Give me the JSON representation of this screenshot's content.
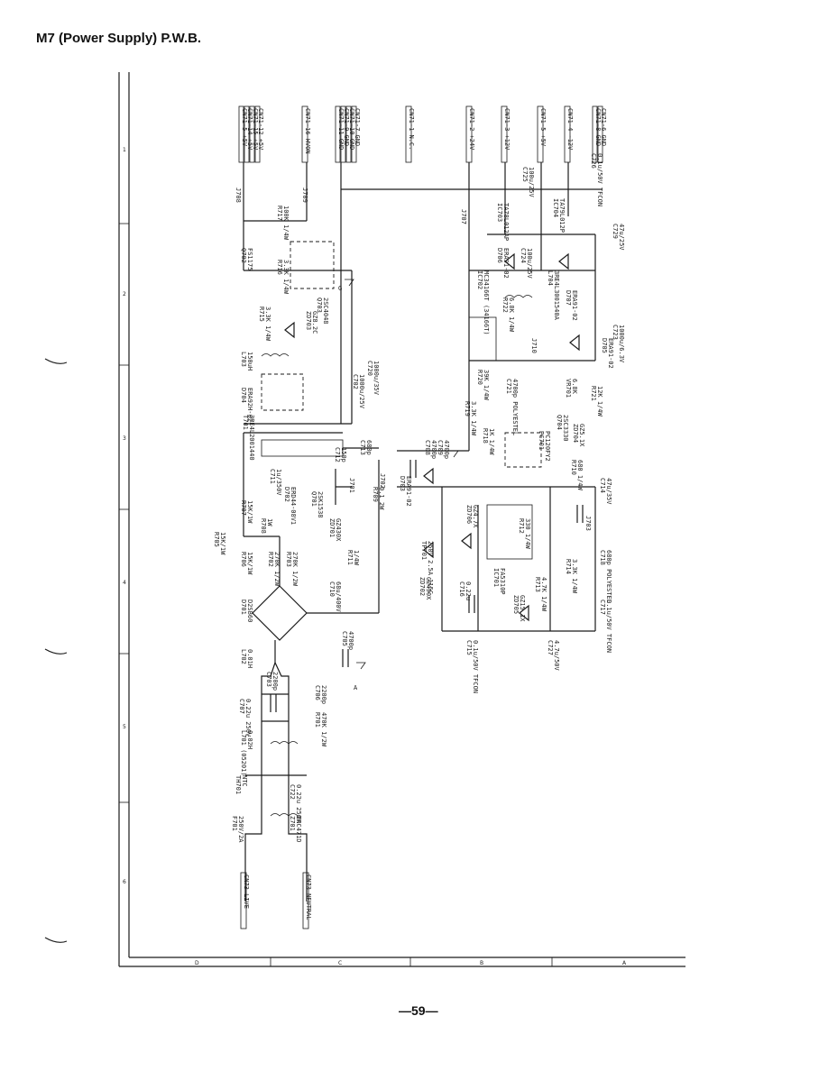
{
  "title": "M7 (Power Supply) P.W.B.",
  "page_number": "—59—",
  "zone_letters": [
    "D",
    "C",
    "B",
    "A"
  ],
  "zone_numbers": [
    "1",
    "2",
    "3",
    "4",
    "5",
    "6"
  ],
  "connectors": {
    "top_power": [
      "CN71-5 +5V",
      "CN71-14 +5V",
      "CN71-15 +5V",
      "CN71-12 +5V"
    ],
    "hvon": "CN71-16 HVON",
    "gnd_group": [
      "CN71-11 GND",
      "CN71-9 GND",
      "CN71-10 GND",
      "CN71-7 GND"
    ],
    "nc": "CN71-1 N.C.",
    "p24": "CN71-2 +24V",
    "p12": "CN71-3 +12V",
    "p5": "CN71-5 +5V",
    "m12": "CN71-4 -12V",
    "gnd_pair": [
      "CN71-8 GND",
      "CN71-6 GND"
    ],
    "live": "CN73 LIVE",
    "neutral": "CN73 NEUTRAL"
  },
  "components": {
    "f701": "F701",
    "f701_val": "250V/2A",
    "th701": "TH701",
    "th701_val": "NTC",
    "z701": "Z701",
    "z701_val": "ENC471D",
    "c722": "C722",
    "c722_val": "0.22u 250V",
    "l701": "L701 (05201)",
    "l701_val": "0.02H",
    "c707": "C707",
    "c707_val": "0.22u 250V",
    "r701": "R701",
    "r701_val": "470K 1/2W",
    "c703": "C703",
    "c703_val": "2200p",
    "c706": "C706",
    "c706_val": "2200p",
    "l702": "L702",
    "l702_val": "0.01H",
    "c705": "C705",
    "c705_val": "4700p",
    "d701": "D701",
    "d701_val": "D2SB60",
    "c710": "C710",
    "c710_val": "68u/400V",
    "r705": "R705",
    "r705_val": "15K/1W",
    "r706": "R706",
    "r706_val": "15K/1W",
    "r702": "R702",
    "r702_val": "270K 1/2W",
    "r703": "R703",
    "r703_val": "270K 1/2W",
    "r707": "R707",
    "r707_val": "15K/1W",
    "c711": "C711",
    "c711_val": "1u/350V",
    "r708": "R708",
    "r708_val": "1W",
    "d702": "D702",
    "d702_val": "ERD44-08V1",
    "q701": "Q701",
    "q701_val": "2SK1538",
    "zd701": "ZD701",
    "zd701_val": "GZ430X",
    "r711": "R711",
    "r711_val": "1/4W",
    "t701": "T701",
    "t701_val": "3RE4L2001440",
    "c712": "C712",
    "c712_val": "150p",
    "c713": "C713",
    "c713_val": "680p",
    "r709": "R709",
    "r709_val": "0.1 2W",
    "j701": "J701",
    "j702": "J702",
    "d703": "D703",
    "d703_val": "ERA91-02",
    "c708": "C708",
    "c708_val": "4700p",
    "c709": "C709",
    "c709_val": "4700p",
    "d704": "D704",
    "d704_val": "ERA92H-02",
    "l703": "L703",
    "l703_val": "150uH",
    "c702": "C702",
    "c702_val": "1000u/25V",
    "c720": "C720",
    "c720_val": "1000u/35V",
    "zd702": "ZD702",
    "zd702_val": "GZ430X",
    "tp701": "TP701",
    "tp701_val": "250V 2.5A 115C",
    "c716": "C716",
    "c716_val": "0.22u",
    "c715": "C715",
    "c715_val": "0.1u/50V TFCON",
    "c727": "C727",
    "c727_val": "4.7u/50V",
    "ic701": "IC701",
    "ic701_val": "FA5310P",
    "zd705": "ZD705",
    "zd705_val": "GZ15.1X",
    "r713": "R713",
    "r713_val": "4.7K 1/4W",
    "r712": "R712",
    "r712_val": "330 1/4W",
    "r714": "R714",
    "r714_val": "3.3K 1/4W",
    "c717": "C717",
    "c717_val": "0.1u/50V TFCON",
    "c718": "C718",
    "c718_val": "680p POLYESTEL",
    "zd706": "ZD706",
    "zd706_val": "GZ4.7X",
    "j703": "J703",
    "r710": "R710",
    "r710_val": "680 1/4W",
    "c714": "C714",
    "c714_val": "47u/35V",
    "r718": "R718",
    "r718_val": "1K 1/4W",
    "pc701": "PC701",
    "pc701_val": "PC120FY2",
    "r719": "R719",
    "r719_val": "3.3K 1/4W",
    "q704": "Q704",
    "q704_val": "2SC3330",
    "zd704": "ZD704",
    "zd704_val": "GZ5.1X",
    "r720": "R720",
    "r720_val": "39K 1/4W",
    "c721": "C721",
    "c721_val": "4700p POLYESTEL",
    "vr701": "VR701",
    "vr701_val": "6.8K",
    "r721": "R721",
    "r721_val": "12K 1/4W",
    "ic702": "IC702",
    "ic702_val": "MC34166T (34166T)",
    "r722": "R722",
    "r722_val": "6.8K 1/4W",
    "j710": "J710",
    "d705": "D705",
    "d705_val": "ERA91-02",
    "c723": "C723",
    "c723_val": "1000u/6.3V",
    "l704": "L704",
    "l704_val": "3RE4L3001540A",
    "d707": "D707",
    "d707_val": "ERA91-02",
    "ic704": "IC704",
    "ic704_val": "TA79L012P",
    "c729": "C729",
    "c729_val": "47u/25V",
    "c726": "C726",
    "c726_val": "0.1u/50V TFCON",
    "d706": "D706",
    "d706_val": "ERA91-02",
    "ic703": "IC703",
    "ic703_val": "TA78L012AP",
    "c724": "C724",
    "c724_val": "100u/25V",
    "c725": "C725",
    "c725_val": "100u/25V",
    "j707": "J707",
    "q702": "Q702",
    "q702_val": "FS1175",
    "q703": "Q703",
    "q703_val": "2SC4048",
    "zd703": "ZD703",
    "zd703_val": "GZ8.2C",
    "r715": "R715",
    "r715_val": "3.3K 1/4W",
    "r716": "R716",
    "r716_val": "3.3K 1/4W",
    "r717": "R717",
    "r717_val": "100K 1/4W",
    "j708": "J708",
    "j709": "J709",
    "label_a": "A",
    "label_g": "G"
  }
}
